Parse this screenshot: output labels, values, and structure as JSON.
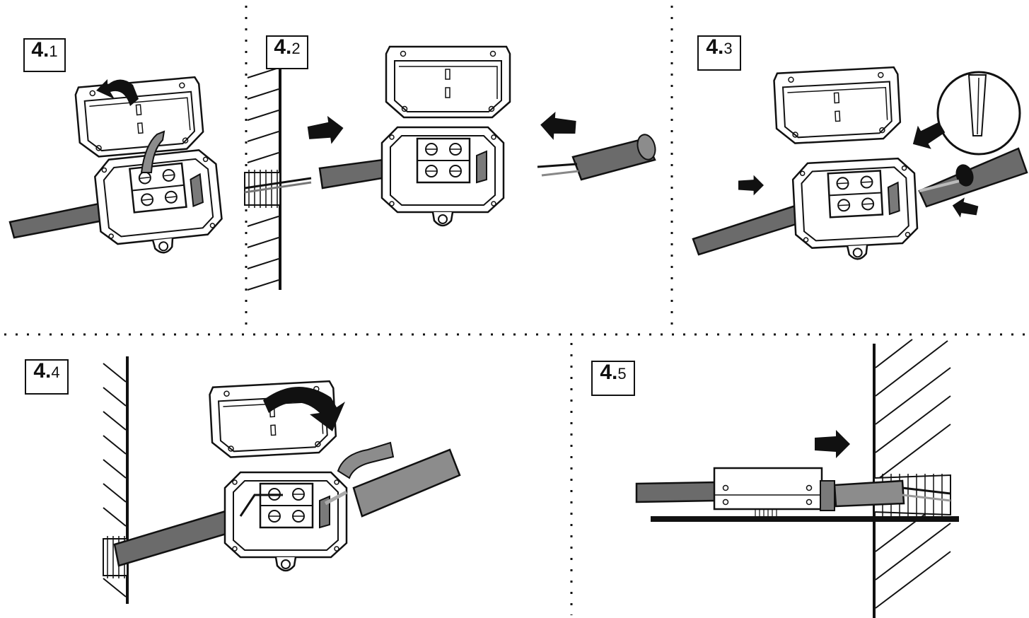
{
  "steps": [
    {
      "id": "4.1",
      "main": "4.",
      "sub": "1"
    },
    {
      "id": "4.2",
      "main": "4.",
      "sub": "2"
    },
    {
      "id": "4.3",
      "main": "4.",
      "sub": "3"
    },
    {
      "id": "4.4",
      "main": "4.",
      "sub": "4"
    },
    {
      "id": "4.5",
      "main": "4.",
      "sub": "5"
    }
  ],
  "colors": {
    "line": "#111111",
    "cable": "#6b6b6b",
    "cable_light": "#8c8c8c",
    "gland": "#7a7a7a",
    "background": "#ffffff"
  }
}
